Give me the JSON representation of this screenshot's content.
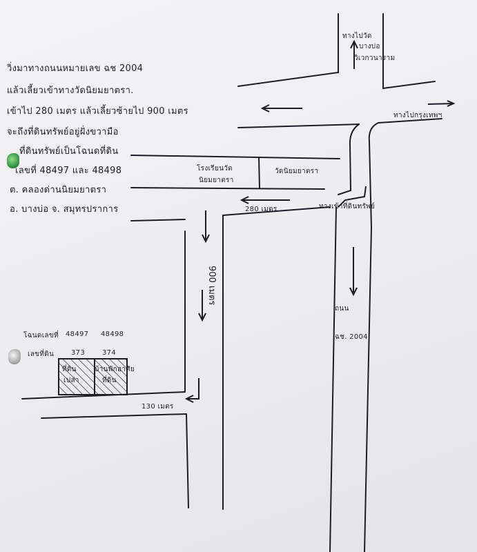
{
  "notes": {
    "line1": "วิ่งมาทางถนนหมายเลข ฉช 2004",
    "line2": "แล้วเลี้ยวเข้าทางวัดนิยมยาตรา.",
    "line3": "เข้าไป 280 เมตร แล้วเลี้ยวซ้ายไป 900 เมตร",
    "line4": "จะถึงที่ดินทรัพย์อยู่ฝั่งขวามือ",
    "line5": "ที่ดินทรัพย์เป็นโฉนดที่ดิน",
    "line6": "เลขที่ 48497 และ 48498",
    "line7": "ต. คลองด่านนิยมยาตรา",
    "line8": "อ. บางบ่อ จ. สมุทรปราการ"
  },
  "labels": {
    "to_temple": "ทางไปวัด",
    "to_temple_2": "บางบ่อ",
    "to_temple_3": "วิเวกวนาราม",
    "to_bangkok": "ทางไปกรุงเทพฯ",
    "school": "โรงเรียนวัด",
    "school_2": "นิยมยาตรา",
    "wat": "วัดนิยมยาตรา",
    "entrance": "ทางเข้าที่ดินทรัพย์",
    "dist_280": "280 เมตร",
    "dist_900": "900 เมตร",
    "road_name": "ถนน",
    "road_no": "ฉช. 2004",
    "deed_label": "โฉนดเลขที่",
    "deed_1": "48497",
    "deed_2": "48498",
    "landno_label": "เลขที่ดิน",
    "landno_1": "373",
    "landno_2": "374",
    "plot_1a": "ที่ดิน",
    "plot_1b": "เปล่า",
    "plot_2a": "บ้านพักอาศัย",
    "plot_2b": "ที่ดิน",
    "dist_130": "130 เมตร"
  }
}
